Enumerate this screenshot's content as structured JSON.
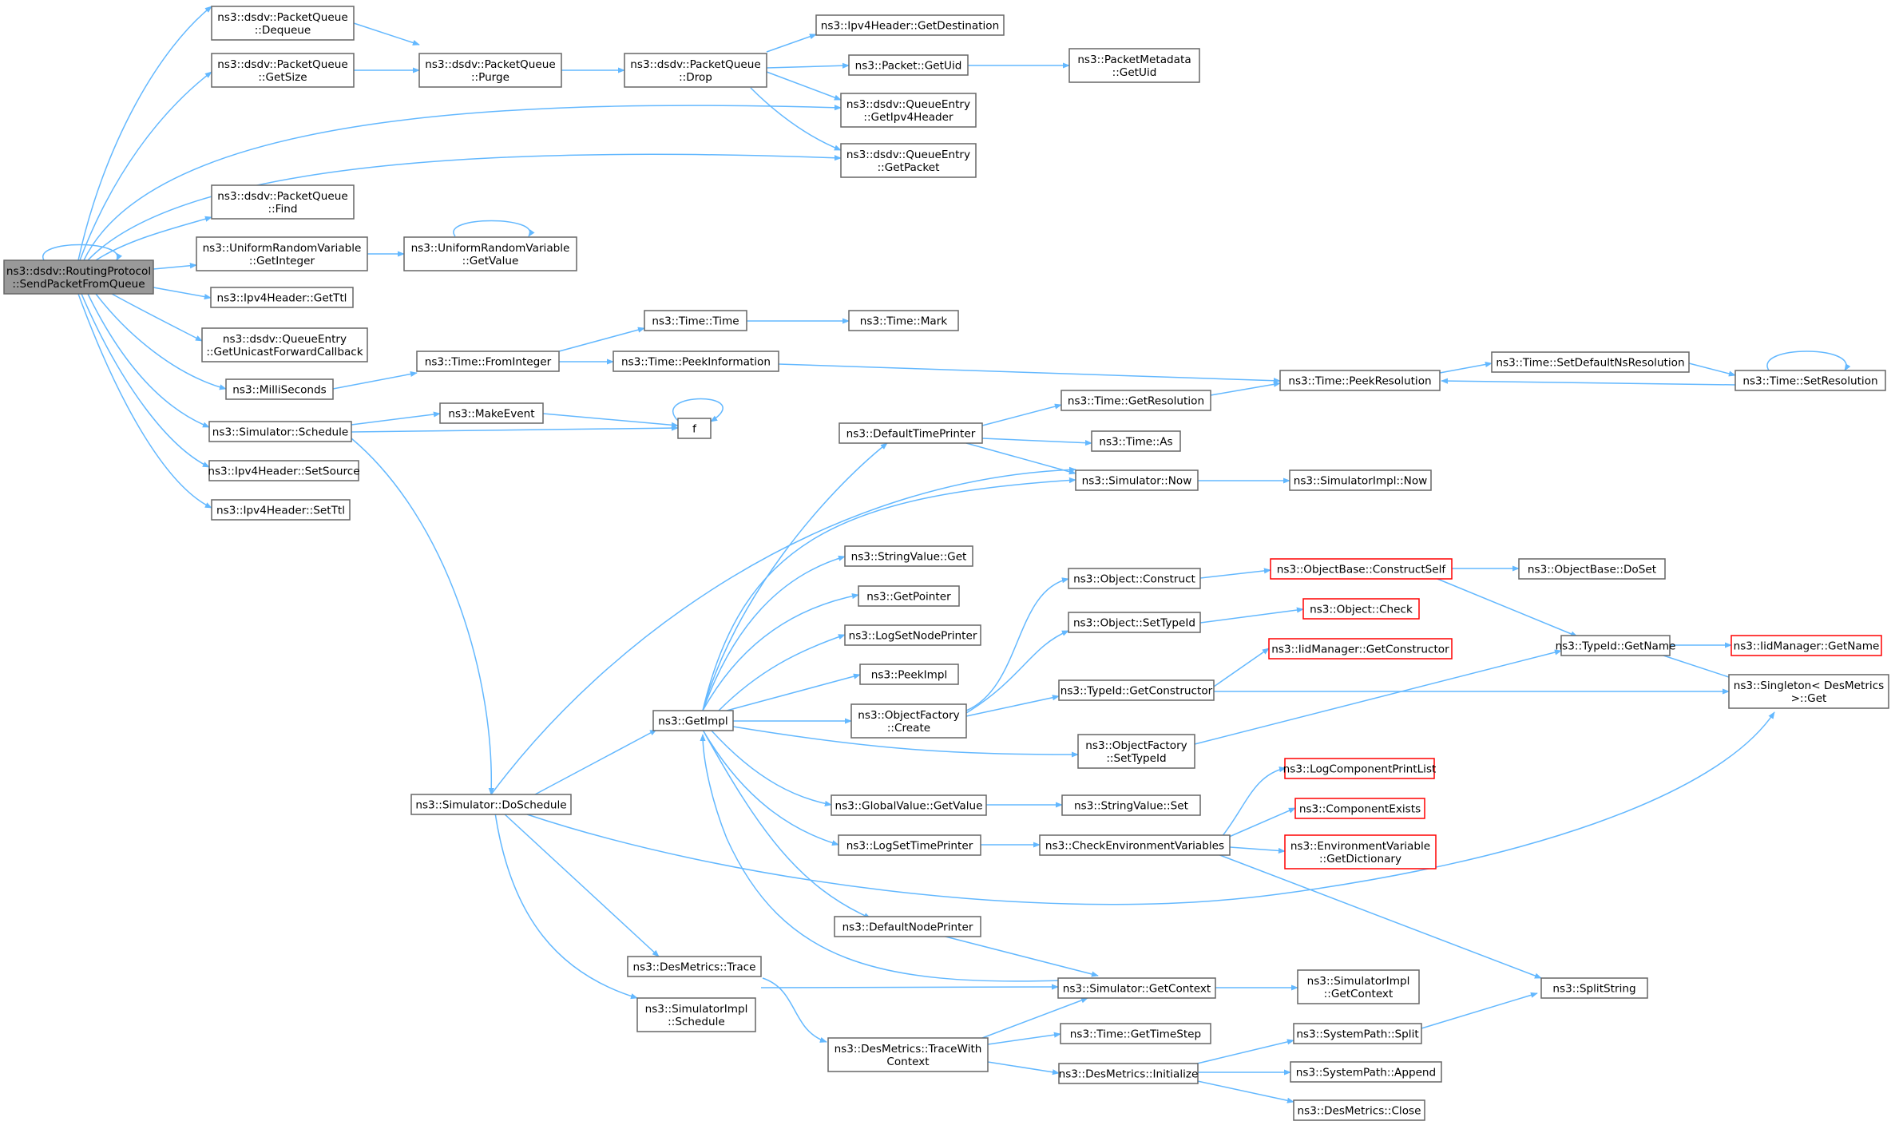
{
  "colors": {
    "edge": "#63b8ff",
    "node_border": "#666666",
    "truncated_border": "#ff0000",
    "root_fill": "#999999"
  },
  "nodes": {
    "root": {
      "lines": [
        "ns3::dsdv::RoutingProtocol",
        "::SendPacketFromQueue"
      ],
      "style": "root"
    },
    "dequeue": {
      "lines": [
        "ns3::dsdv::PacketQueue",
        "::Dequeue"
      ]
    },
    "getsize": {
      "lines": [
        "ns3::dsdv::PacketQueue",
        "::GetSize"
      ]
    },
    "purge": {
      "lines": [
        "ns3::dsdv::PacketQueue",
        "::Purge"
      ]
    },
    "drop": {
      "lines": [
        "ns3::dsdv::PacketQueue",
        "::Drop"
      ]
    },
    "getdest": {
      "lines": [
        "ns3::Ipv4Header::GetDestination"
      ]
    },
    "getuid": {
      "lines": [
        "ns3::Packet::GetUid"
      ]
    },
    "metauid": {
      "lines": [
        "ns3::PacketMetadata",
        "::GetUid"
      ]
    },
    "qipv4": {
      "lines": [
        "ns3::dsdv::QueueEntry",
        "::GetIpv4Header"
      ]
    },
    "qpacket": {
      "lines": [
        "ns3::dsdv::QueueEntry",
        "::GetPacket"
      ]
    },
    "find": {
      "lines": [
        "ns3::dsdv::PacketQueue",
        "::Find"
      ]
    },
    "urvint": {
      "lines": [
        "ns3::UniformRandomVariable",
        "::GetInteger"
      ]
    },
    "urvval": {
      "lines": [
        "ns3::UniformRandomVariable",
        "::GetValue"
      ]
    },
    "getttl": {
      "lines": [
        "ns3::Ipv4Header::GetTtl"
      ]
    },
    "qucast": {
      "lines": [
        "ns3::dsdv::QueueEntry",
        "::GetUnicastForwardCallback"
      ]
    },
    "ms": {
      "lines": [
        "ns3::MilliSeconds"
      ]
    },
    "fromint": {
      "lines": [
        "ns3::Time::FromInteger"
      ]
    },
    "timetime": {
      "lines": [
        "ns3::Time::Time"
      ]
    },
    "mark": {
      "lines": [
        "ns3::Time::Mark"
      ]
    },
    "peekinfo": {
      "lines": [
        "ns3::Time::PeekInformation"
      ]
    },
    "peekres": {
      "lines": [
        "ns3::Time::PeekResolution"
      ]
    },
    "setdefns": {
      "lines": [
        "ns3::Time::SetDefaultNsResolution"
      ]
    },
    "setres": {
      "lines": [
        "ns3::Time::SetResolution"
      ]
    },
    "schedule": {
      "lines": [
        "ns3::Simulator::Schedule"
      ]
    },
    "makeevent": {
      "lines": [
        "ns3::MakeEvent"
      ]
    },
    "f": {
      "lines": [
        "f"
      ]
    },
    "setsource": {
      "lines": [
        "ns3::Ipv4Header::SetSource"
      ]
    },
    "setttl": {
      "lines": [
        "ns3::Ipv4Header::SetTtl"
      ]
    },
    "deftp": {
      "lines": [
        "ns3::DefaultTimePrinter"
      ]
    },
    "getres": {
      "lines": [
        "ns3::Time::GetResolution"
      ]
    },
    "as": {
      "lines": [
        "ns3::Time::As"
      ]
    },
    "simnow": {
      "lines": [
        "ns3::Simulator::Now"
      ]
    },
    "implnow": {
      "lines": [
        "ns3::SimulatorImpl::Now"
      ]
    },
    "strget": {
      "lines": [
        "ns3::StringValue::Get"
      ]
    },
    "getptr": {
      "lines": [
        "ns3::GetPointer"
      ]
    },
    "logsnp": {
      "lines": [
        "ns3::LogSetNodePrinter"
      ]
    },
    "peekimpl": {
      "lines": [
        "ns3::PeekImpl"
      ]
    },
    "getimpl": {
      "lines": [
        "ns3::GetImpl"
      ]
    },
    "ofcreate": {
      "lines": [
        "ns3::ObjectFactory",
        "::Create"
      ]
    },
    "objconstruct": {
      "lines": [
        "ns3::Object::Construct"
      ]
    },
    "constructself": {
      "lines": [
        "ns3::ObjectBase::ConstructSelf"
      ],
      "style": "red"
    },
    "doset": {
      "lines": [
        "ns3::ObjectBase::DoSet"
      ]
    },
    "objcheck": {
      "lines": [
        "ns3::Object::Check"
      ],
      "style": "red"
    },
    "objsettypeid": {
      "lines": [
        "ns3::Object::SetTypeId"
      ]
    },
    "iidgetctor": {
      "lines": [
        "ns3::IidManager::GetConstructor"
      ],
      "style": "red"
    },
    "tidgetctor": {
      "lines": [
        "ns3::TypeId::GetConstructor"
      ]
    },
    "tidgetname": {
      "lines": [
        "ns3::TypeId::GetName"
      ]
    },
    "iidgetname": {
      "lines": [
        "ns3::IidManager::GetName"
      ],
      "style": "red"
    },
    "singleton": {
      "lines": [
        "ns3::Singleton< DesMetrics",
        " >::Get"
      ]
    },
    "ofsettypeid": {
      "lines": [
        "ns3::ObjectFactory",
        "::SetTypeId"
      ]
    },
    "gvgetvalue": {
      "lines": [
        "ns3::GlobalValue::GetValue"
      ]
    },
    "strset": {
      "lines": [
        "ns3::StringValue::Set"
      ]
    },
    "logstp": {
      "lines": [
        "ns3::LogSetTimePrinter"
      ]
    },
    "checkenv": {
      "lines": [
        "ns3::CheckEnvironmentVariables"
      ]
    },
    "logcpl": {
      "lines": [
        "ns3::LogComponentPrintList"
      ],
      "style": "red"
    },
    "compexists": {
      "lines": [
        "ns3::ComponentExists"
      ],
      "style": "red"
    },
    "envdict": {
      "lines": [
        "ns3::EnvironmentVariable",
        "::GetDictionary"
      ],
      "style": "red"
    },
    "defnp": {
      "lines": [
        "ns3::DefaultNodePrinter"
      ]
    },
    "doschedule": {
      "lines": [
        "ns3::Simulator::DoSchedule"
      ]
    },
    "dmtrace": {
      "lines": [
        "ns3::DesMetrics::Trace"
      ]
    },
    "simgetctx": {
      "lines": [
        "ns3::Simulator::GetContext"
      ]
    },
    "implgetctx": {
      "lines": [
        "ns3::SimulatorImpl",
        "::GetContext"
      ]
    },
    "splitstring": {
      "lines": [
        "ns3::SplitString"
      ]
    },
    "implsched": {
      "lines": [
        "ns3::SimulatorImpl",
        "::Schedule"
      ]
    },
    "tracewctx": {
      "lines": [
        "ns3::DesMetrics::TraceWith",
        "Context"
      ]
    },
    "gettimestep": {
      "lines": [
        "ns3::Time::GetTimeStep"
      ]
    },
    "dminit": {
      "lines": [
        "ns3::DesMetrics::Initialize"
      ]
    },
    "spsplit": {
      "lines": [
        "ns3::SystemPath::Split"
      ]
    },
    "spappend": {
      "lines": [
        "ns3::SystemPath::Append"
      ]
    },
    "dmclose": {
      "lines": [
        "ns3::DesMetrics::Close"
      ]
    }
  }
}
